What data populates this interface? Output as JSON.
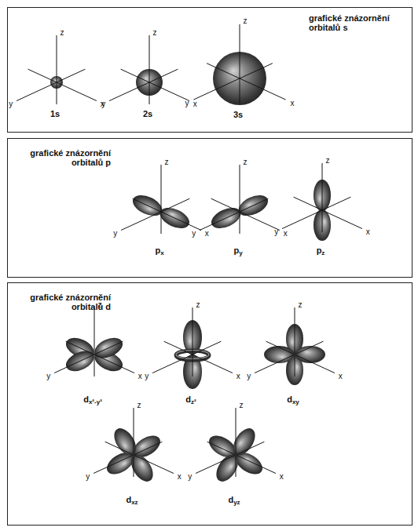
{
  "diagram": {
    "nodes": [
      {
        "text": [
          "grafické znázornění orbitalů s"
        ]
      },
      {
        "text": [
          "grafické znázornění orbitalů p"
        ]
      },
      {
        "text": [
          "grafické znázornění orbitalů d"
        ]
      }
    ],
    "labels": [
      "z",
      "y",
      "x",
      "1s",
      "z",
      "y",
      "x",
      "2s",
      "z",
      "y",
      "x",
      "3s",
      "z",
      "y",
      "x",
      "px",
      "z",
      "y",
      "x",
      "py",
      "z",
      "y",
      "x",
      "pz",
      "z",
      "y",
      "x",
      "dx²-y²",
      "z",
      "y",
      "x",
      "dz²",
      "z",
      "y",
      "x",
      "dxy",
      "z",
      "y",
      "x",
      "dxz",
      "z",
      "y",
      "x",
      "dyz"
    ]
  }
}
